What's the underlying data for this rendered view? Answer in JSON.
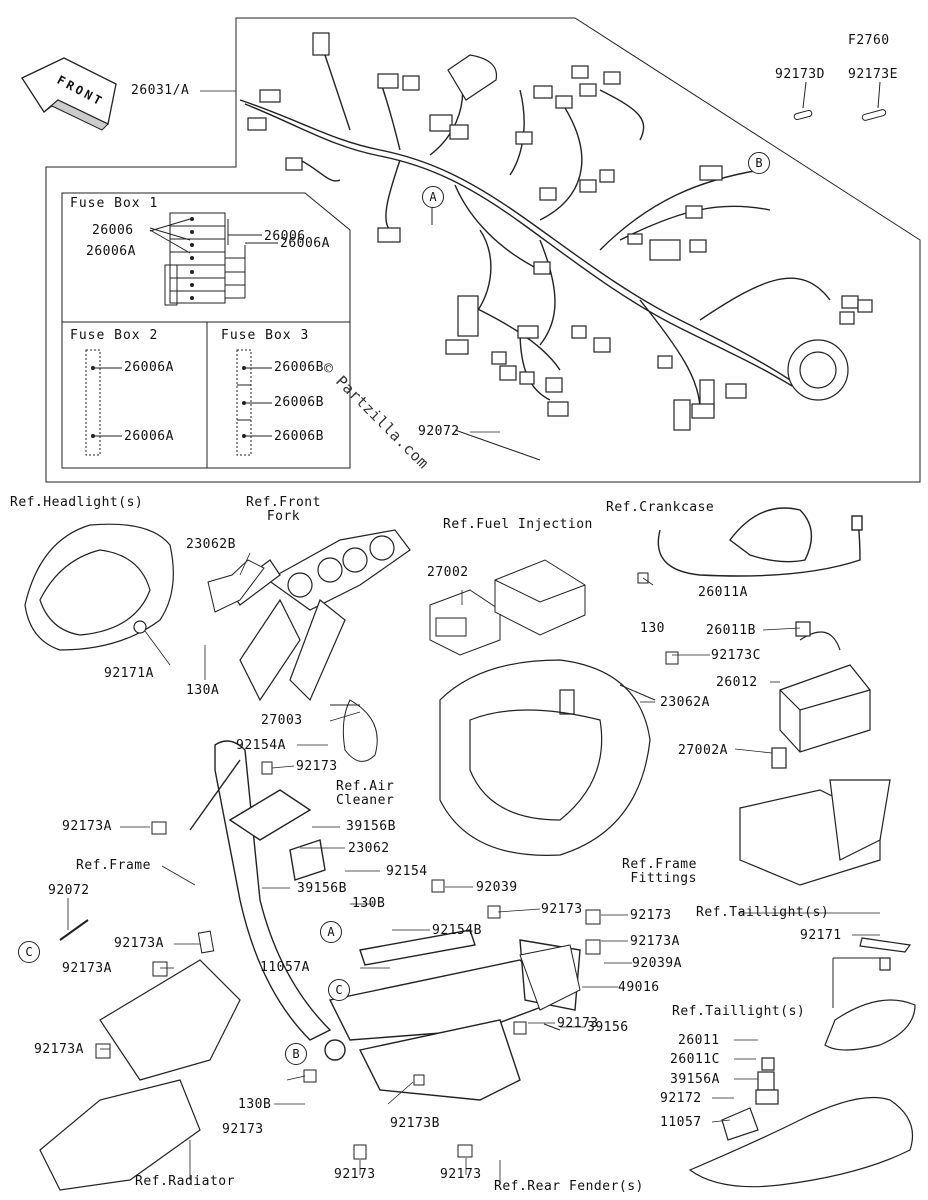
{
  "figure_id": "F2760",
  "front_label": "FRONT",
  "watermark": "© Partzilla.com",
  "fuse_boxes": {
    "box1": {
      "title": "Fuse Box 1",
      "labels": [
        "26006",
        "26006",
        "26006A",
        "26006A"
      ]
    },
    "box2": {
      "title": "Fuse Box 2",
      "labels": [
        "26006A",
        "26006A"
      ]
    },
    "box3": {
      "title": "Fuse Box 3",
      "labels": [
        "26006B",
        "26006B",
        "26006B"
      ]
    }
  },
  "parts": {
    "p26031A": "26031/A",
    "p92173D": "92173D",
    "p92173E": "92173E",
    "p92072_top": "92072",
    "p23062B": "23062B",
    "p92171A": "92171A",
    "p130A": "130A",
    "p27003": "27003",
    "p92154A": "92154A",
    "p27002": "27002",
    "p130": "130",
    "p26011A": "26011A",
    "p26011B": "26011B",
    "p92173C": "92173C",
    "p26012": "26012",
    "p23062A": "23062A",
    "p27002A": "27002A",
    "p92173_a": "92173",
    "p92173A_a": "92173A",
    "p39156B_a": "39156B",
    "p23062": "23062",
    "p92154": "92154",
    "p39156B_b": "39156B",
    "p92072_left": "92072",
    "p92039": "92039",
    "p130B_a": "130B",
    "p92173_b": "92173",
    "p92173_c": "92173",
    "p92154B": "92154B",
    "p92173A_b": "92173A",
    "p92173A_c": "92173A",
    "p92173A_d": "92173A",
    "p11057A": "11057A",
    "p92039A": "92039A",
    "p49016": "49016",
    "p92173A_e": "92173A",
    "p92173_d": "92173",
    "p39156": "39156",
    "p130B_b": "130B",
    "p92173_e": "92173",
    "p92173B": "92173B",
    "p92173_f": "92173",
    "p92173_g": "92173",
    "p92171": "92171",
    "p26011": "26011",
    "p26011C": "26011C",
    "p39156A": "39156A",
    "p92172": "92172",
    "p11057": "11057"
  },
  "refs": {
    "headlight": "Ref.Headlight(s)",
    "front_fork": "Ref.Front\nFork",
    "fuel_injection": "Ref.Fuel Injection",
    "crankcase": "Ref.Crankcase",
    "air_cleaner": "Ref.Air\nCleaner",
    "frame": "Ref.Frame",
    "frame_fittings": "Ref.Frame\nFittings",
    "taillight_1": "Ref.Taillight(s)",
    "taillight_2": "Ref.Taillight(s)",
    "radiator": "Ref.Radiator",
    "rear_fender": "Ref.Rear Fender(s)"
  },
  "callouts": {
    "A": "A",
    "B": "B",
    "C": "C"
  }
}
